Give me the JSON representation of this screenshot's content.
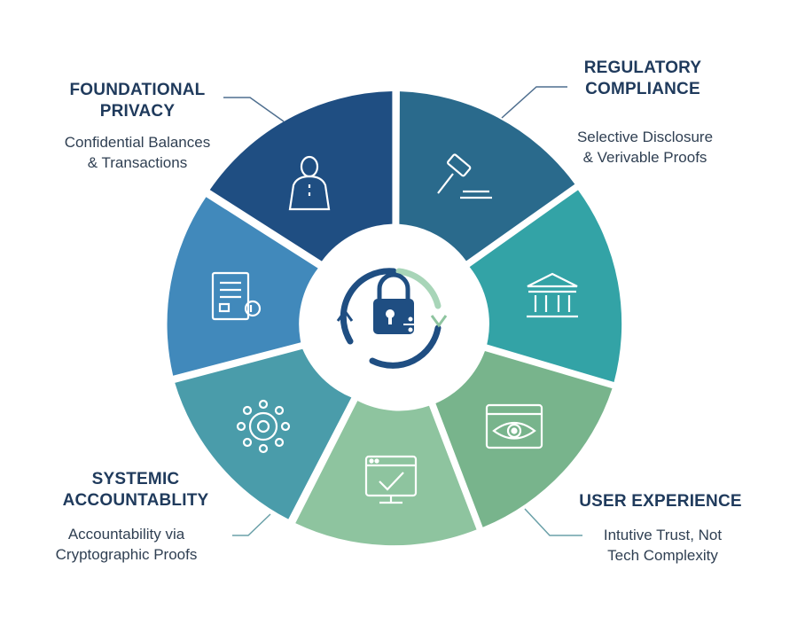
{
  "callouts": {
    "foundational": {
      "title_line1": "FOUNDATIONAL",
      "title_line2": "PRIVACY",
      "sub_line1": "Confidential Balances",
      "sub_line2": "& Transactions"
    },
    "regulatory": {
      "title_line1": "REGULATORY",
      "title_line2": "COMPLIANCE",
      "sub_line1": "Selective Disclosure",
      "sub_line2": "& Verivable Proofs"
    },
    "systemic": {
      "title_line1": "SYSTEMIC",
      "title_line2": "ACCOUNTABLITY",
      "sub_line1": "Accountability via",
      "sub_line2": "Cryptographic Proofs"
    },
    "user_experience": {
      "title_line1": "USER EXPERIENCE",
      "sub_line1": "Intutive Trust, Not",
      "sub_line2": "Tech Complexity"
    }
  },
  "segments": [
    {
      "icon": "person-icon",
      "color": "#1f4e82"
    },
    {
      "icon": "gavel-icon",
      "color": "#2a6a8c"
    },
    {
      "icon": "bank-icon",
      "color": "#33a3a6"
    },
    {
      "icon": "eye-window-icon",
      "color": "#78b48c"
    },
    {
      "icon": "checkmark-window-icon",
      "color": "#8ec49f"
    },
    {
      "icon": "network-icon",
      "color": "#4a9caa"
    },
    {
      "icon": "document-icon",
      "color": "#4189bb"
    }
  ],
  "center": {
    "icon": "lock-cycle-icon"
  }
}
